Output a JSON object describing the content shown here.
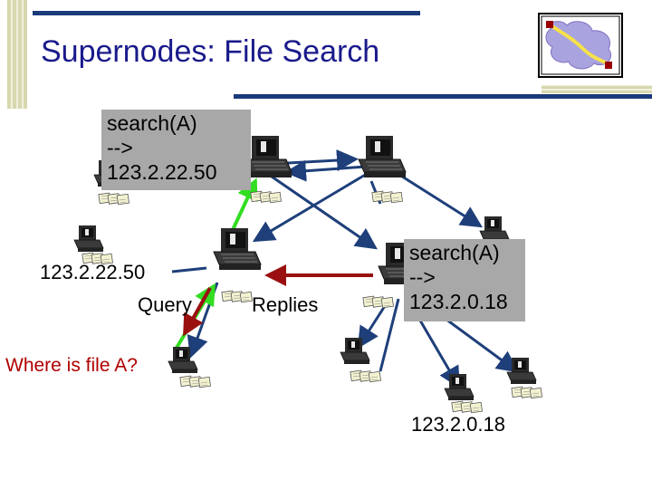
{
  "slide": {
    "title": "Supernodes: File Search",
    "callout_left": "search(A)\n-->\n123.2.22.50",
    "callout_right": "search(A)\n-->\n123.2.0.18",
    "label_left_ip": "123.2.22.50",
    "label_query": "Query",
    "label_replies": "Replies",
    "label_where": "Where is file A?",
    "label_bottom_ip": "123.2.0.18"
  },
  "colors": {
    "title": "#1a1a8c",
    "decor_bar": "#1a3a7a",
    "decor_stripe": "#d8d8b0",
    "edge_blue": "#1e3f7a",
    "query_green": "#33dd22",
    "reply_red": "#9a1010",
    "callout_bg": "#a8a8a8",
    "where_text": "#b00000"
  },
  "icons": {
    "logo": "network-logo-icon",
    "supernode": "supernode-computer-icon",
    "peer": "peer-computer-icon",
    "file": "file-stack-icon"
  }
}
